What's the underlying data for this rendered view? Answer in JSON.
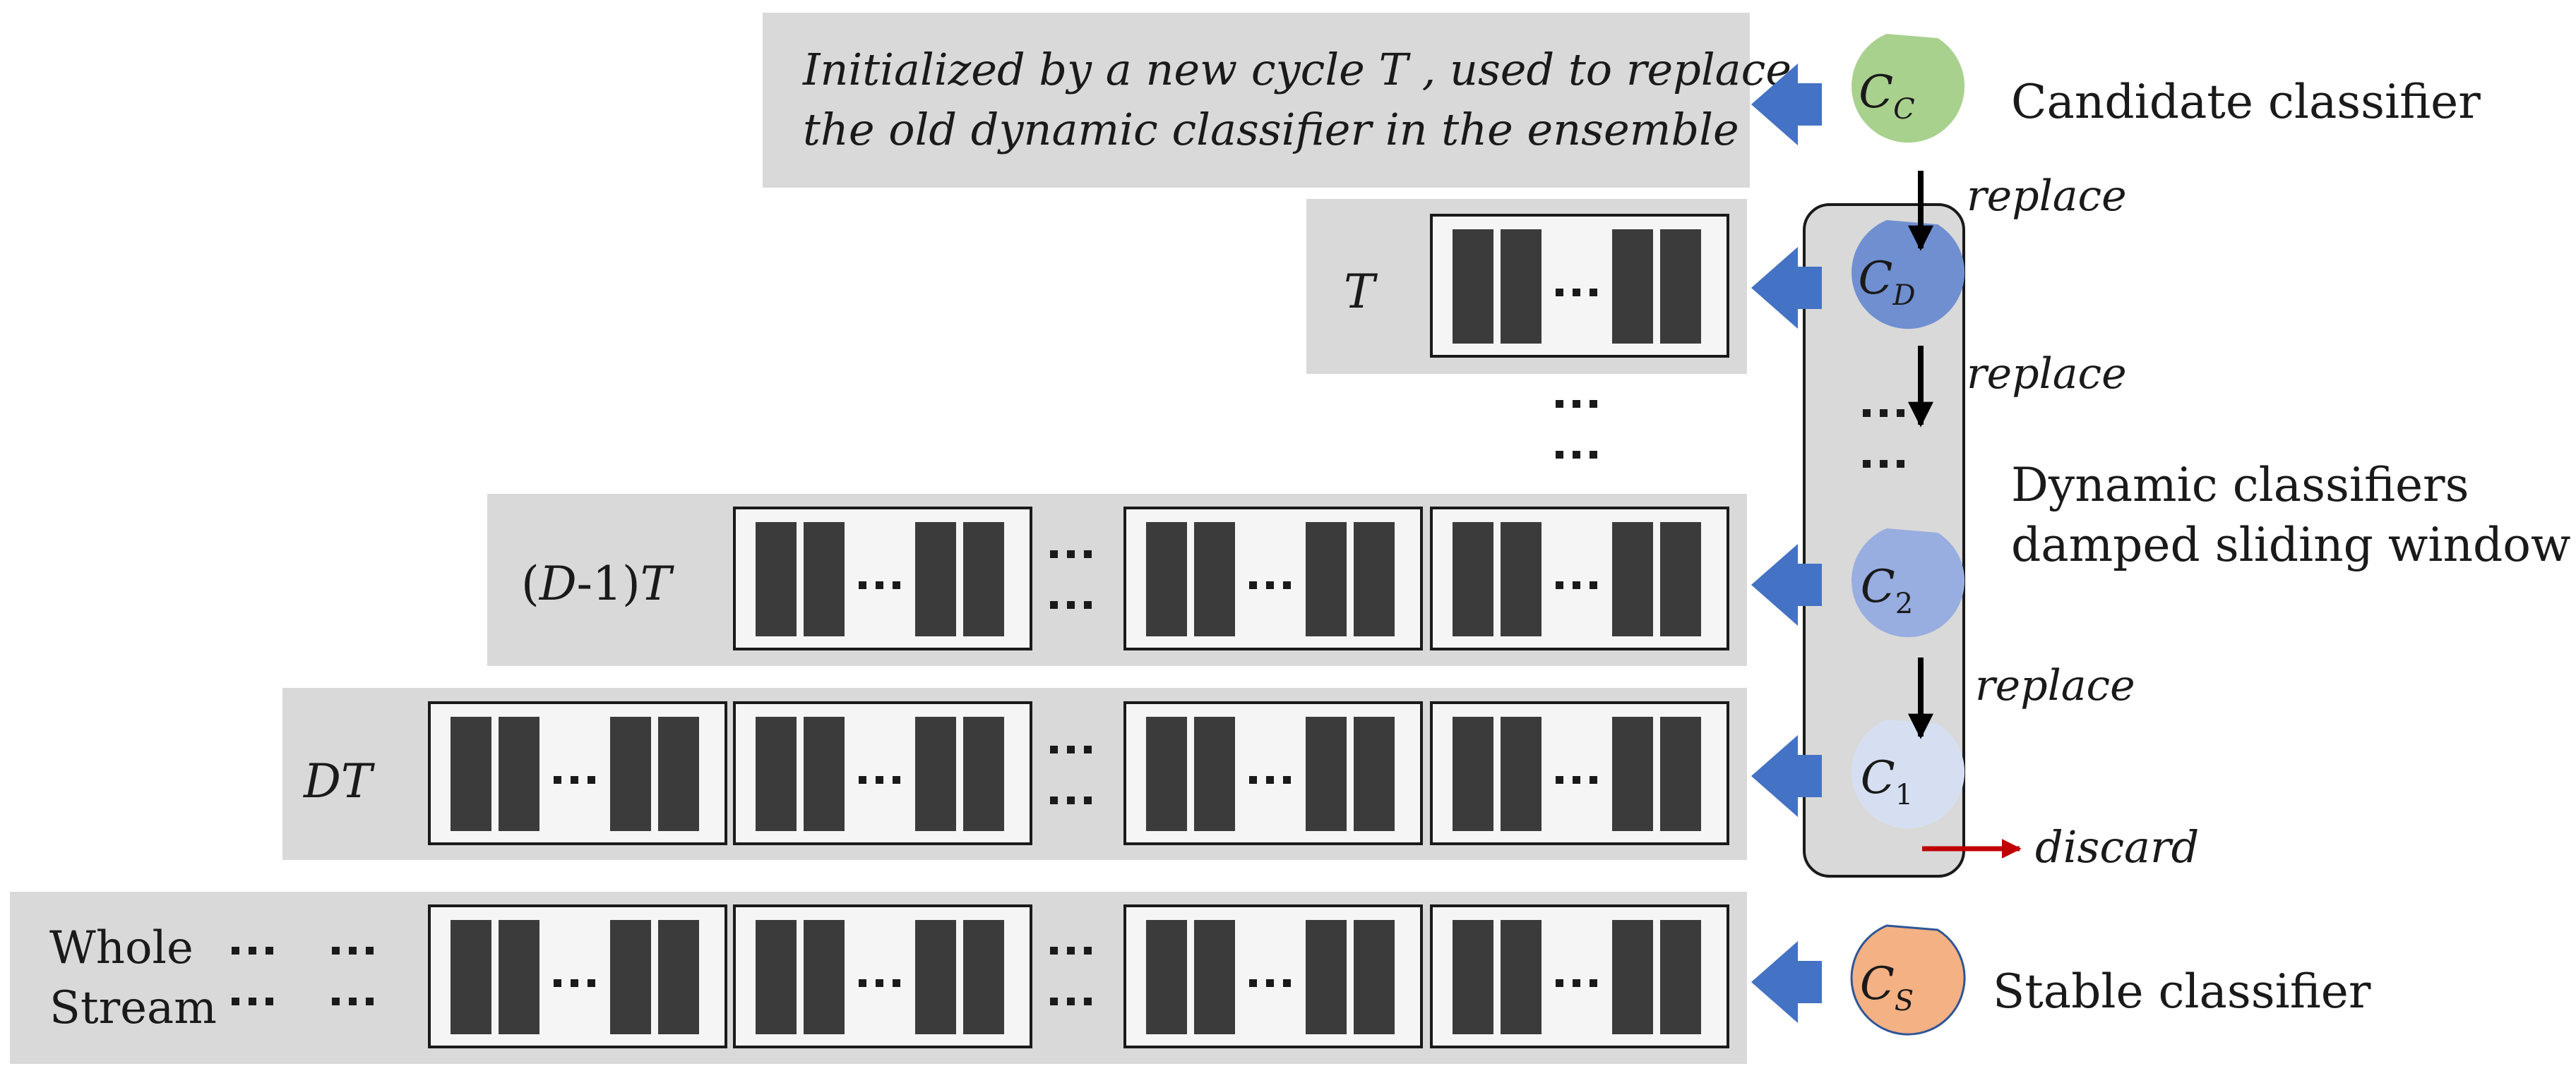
{
  "candidate_note": {
    "line1": "Initialized by a new cycle T , used to replace",
    "line2": "the old dynamic classifier in the ensemble"
  },
  "row_labels": {
    "t": "T",
    "d_minus_1_prefix": "(",
    "d_minus_1_d": "D",
    "d_minus_1_mid": "-1)",
    "d_minus_1_t": "T",
    "dt": "DT",
    "whole": "Whole",
    "stream": "Stream"
  },
  "classifiers": {
    "candidate": {
      "main": "C",
      "sub": "C",
      "color": "#a9d18e"
    },
    "dynamic_d": {
      "main": "C",
      "sub": "D",
      "color": "#6f8fd1"
    },
    "dynamic_2": {
      "main": "C",
      "sub": "2",
      "color": "#98ade0"
    },
    "dynamic_1": {
      "main": "C",
      "sub": "1",
      "color": "#d6dff2"
    },
    "stable": {
      "main": "C",
      "sub": "S",
      "color": "#f4b183"
    }
  },
  "labels": {
    "candidate_classifier": "Candidate classifier",
    "dynamic_line1": "Dynamic classifiers",
    "dynamic_line2": "damped sliding window",
    "stable_classifier": "Stable classifier",
    "replace": "replace",
    "discard": "discard",
    "ellipsis": "···"
  },
  "colors": {
    "panel": "#d9d9d9",
    "arrow_blue": "#4472c4",
    "discard_red": "#c00000",
    "bar": "#3b3b3b"
  }
}
